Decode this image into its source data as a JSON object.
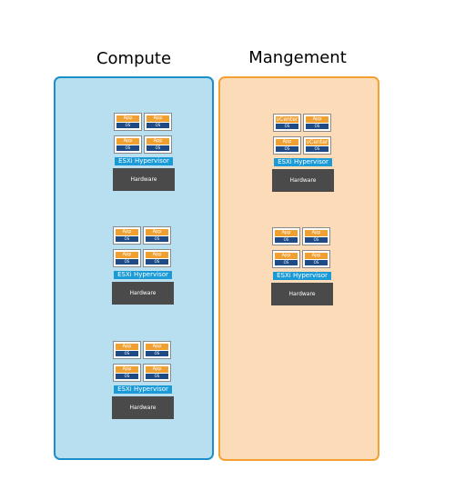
{
  "columns": {
    "compute": {
      "title": "Compute"
    },
    "management": {
      "title": "Mangement"
    }
  },
  "vm": {
    "app_label": "App",
    "os_label": "OS",
    "vcenter_label": "vCenter"
  },
  "host": {
    "hypervisor_label": "ESXi Hypervisor",
    "hardware_label": "Hardware"
  },
  "colors": {
    "compute_fill": "#b8dff0",
    "compute_border": "#1a8fcc",
    "management_fill": "#fcdcb8",
    "management_border": "#f5a033",
    "app": "#f0a030",
    "os": "#1e4b86",
    "hypervisor": "#1a9ad6",
    "hardware": "#4a4a4a"
  }
}
